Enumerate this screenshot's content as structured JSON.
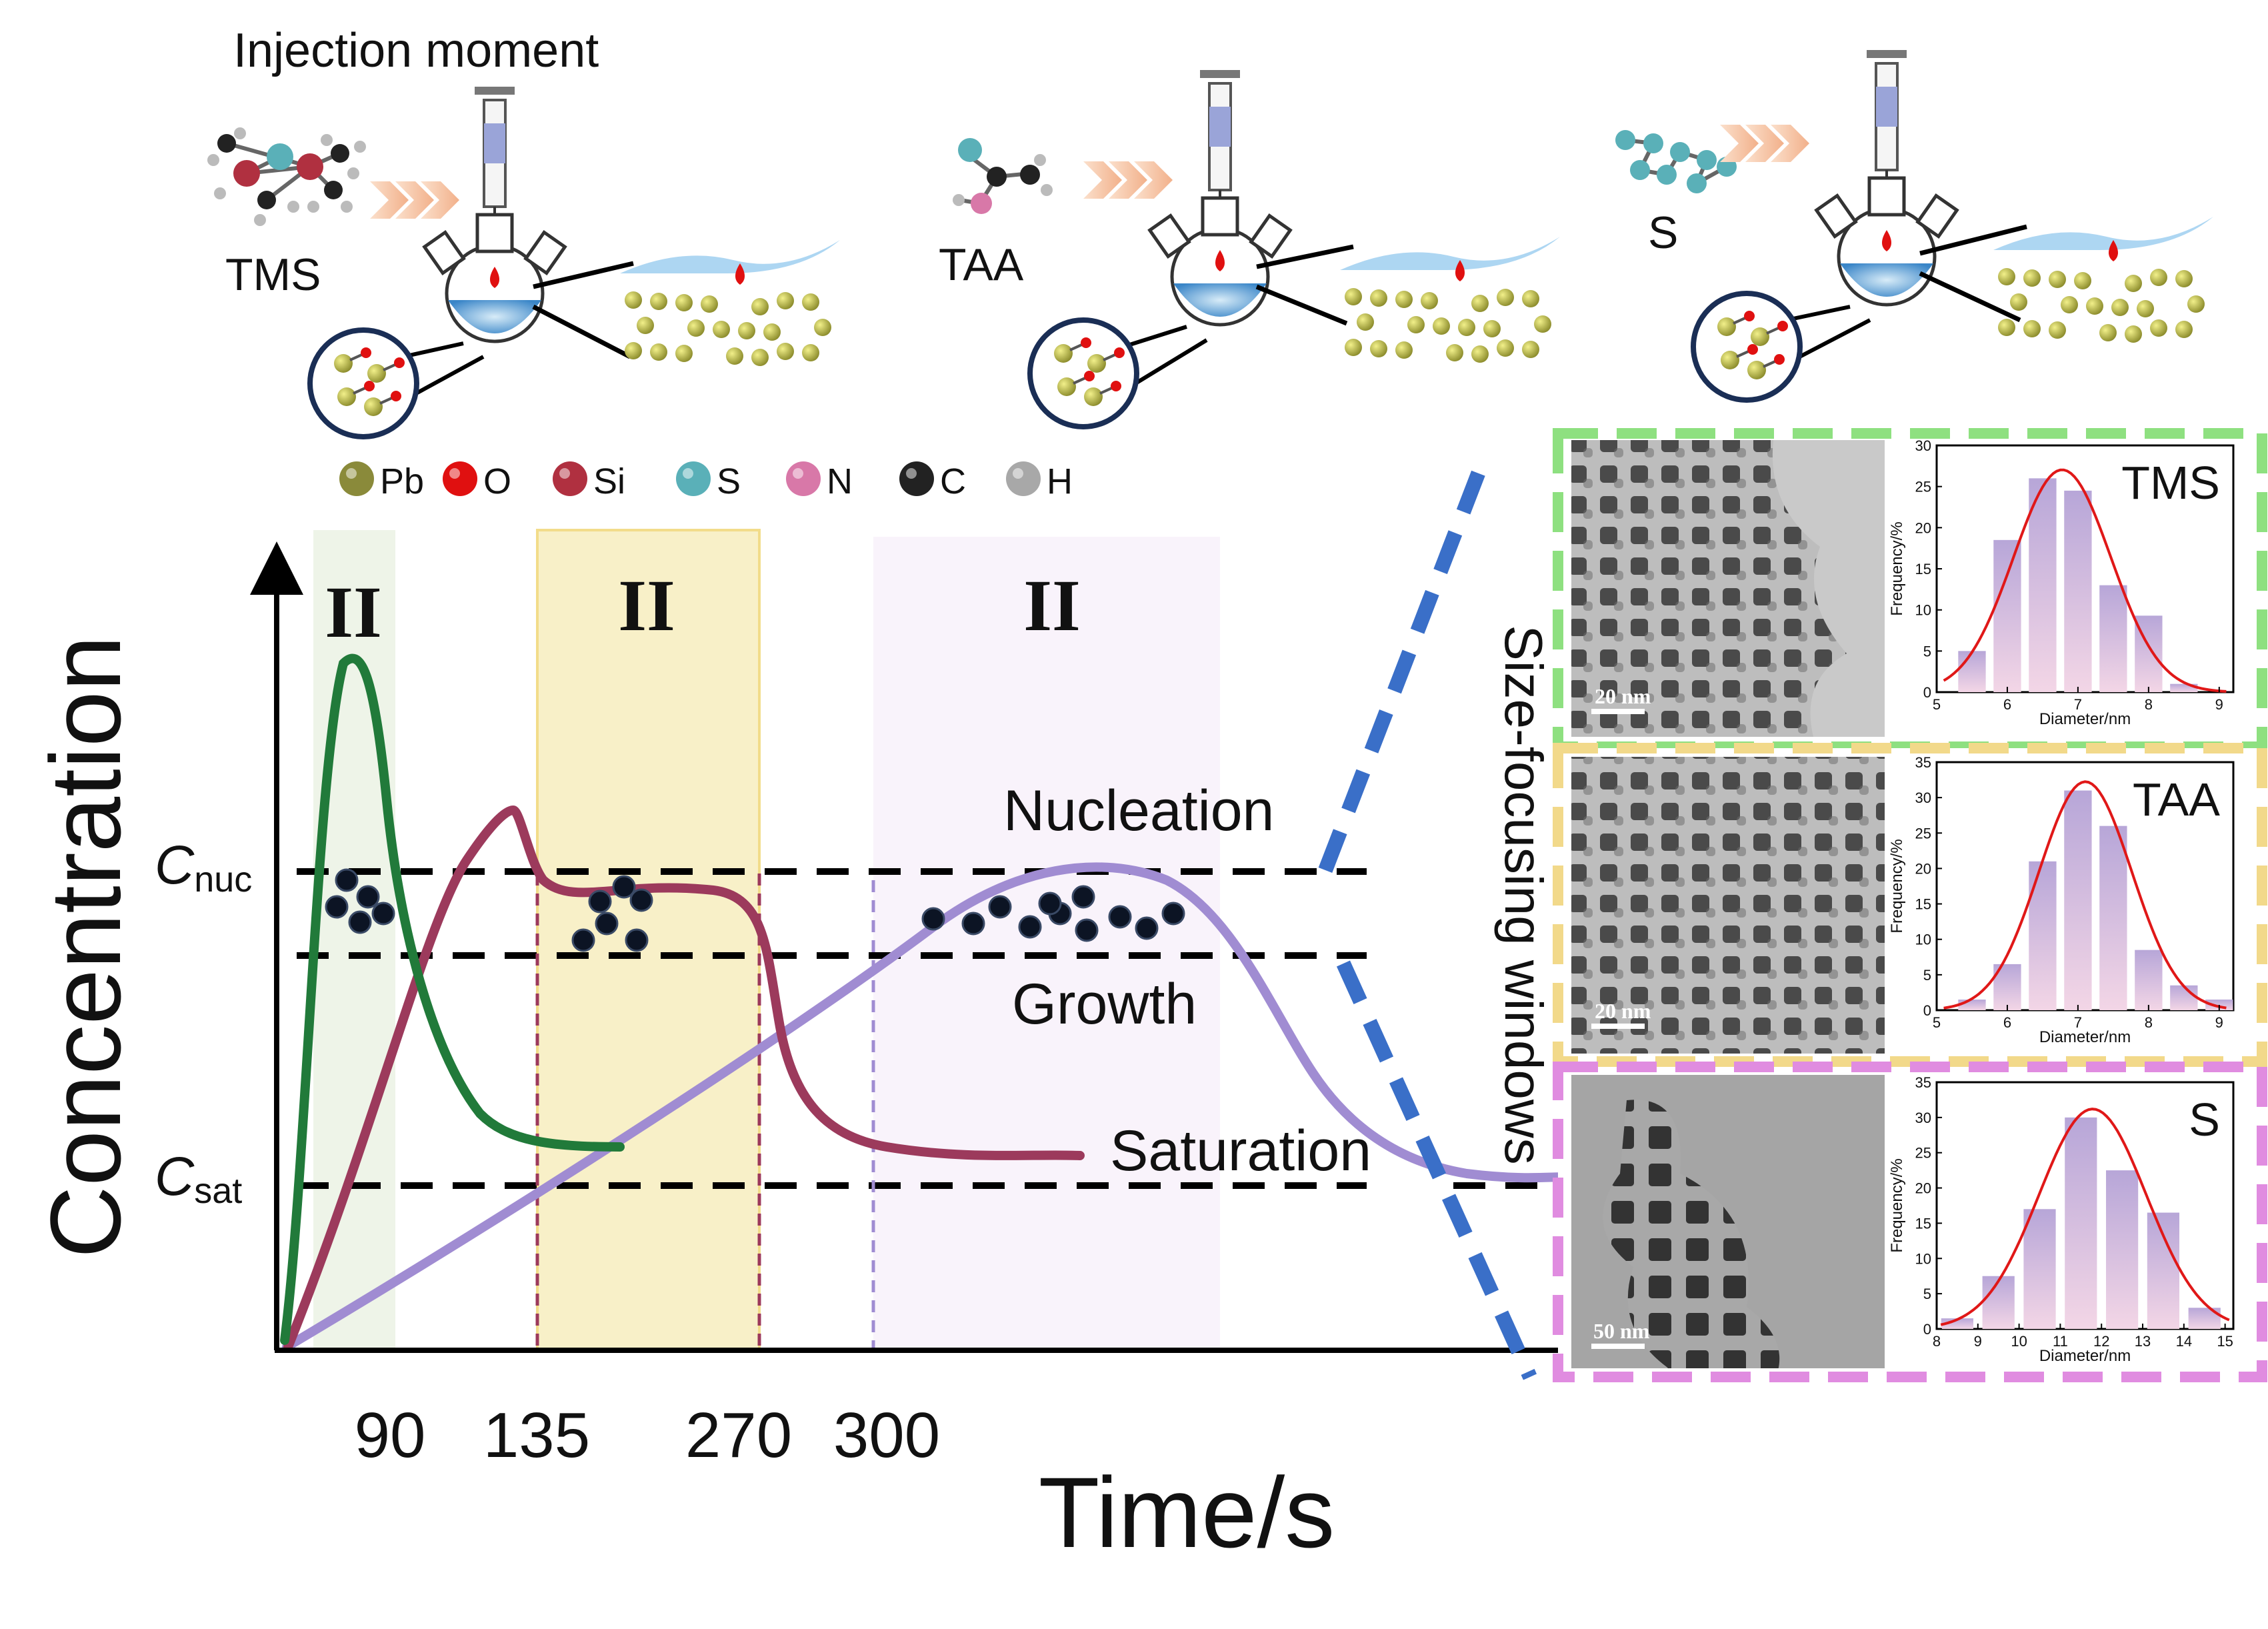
{
  "header": {
    "title": "Injection moment"
  },
  "precursors": [
    {
      "label": "TMS"
    },
    {
      "label": "TAA"
    },
    {
      "label": "S"
    }
  ],
  "legend": [
    {
      "symbol": "Pb",
      "color": "#8a8a3a"
    },
    {
      "symbol": "O",
      "color": "#e01010"
    },
    {
      "symbol": "Si",
      "color": "#b03040"
    },
    {
      "symbol": "S",
      "color": "#5ab0b8"
    },
    {
      "symbol": "N",
      "color": "#d878a8"
    },
    {
      "symbol": "C",
      "color": "#222222"
    },
    {
      "symbol": "H",
      "color": "#a8a8a8"
    }
  ],
  "plot": {
    "ylabel": "Concentration",
    "xlabel": "Time/s",
    "c_nuc": {
      "main": "C",
      "sub": "nuc"
    },
    "c_sat": {
      "main": "C",
      "sub": "sat"
    },
    "ticks": [
      "90",
      "135",
      "270",
      "300"
    ],
    "stage_labels": [
      "II",
      "II",
      "II"
    ],
    "line_labels": {
      "nucleation": "Nucleation",
      "growth": "Growth",
      "saturation": "Saturation"
    },
    "colors": {
      "tms": "#217a3a",
      "taa": "#9c3a5c",
      "s": "#a08cd2"
    }
  },
  "window_label": "Size-focusing windows",
  "panels": [
    {
      "name": "TMS",
      "scale": "20 nm",
      "frame": "#8ee080",
      "ylabel": "Frequency/%",
      "xlabel": "Diameter/nm",
      "yticks": [
        "0",
        "5",
        "10",
        "15",
        "20",
        "25",
        "30"
      ],
      "xticks": [
        "5",
        "6",
        "7",
        "8",
        "9"
      ]
    },
    {
      "name": "TAA",
      "scale": "20 nm",
      "frame": "#f2d98a",
      "ylabel": "Frequency/%",
      "xlabel": "Diameter/nm",
      "yticks": [
        "0",
        "5",
        "10",
        "15",
        "20",
        "25",
        "30",
        "35"
      ],
      "xticks": [
        "5",
        "6",
        "7",
        "8",
        "9"
      ]
    },
    {
      "name": "S",
      "scale": "50 nm",
      "frame": "#e08ce0",
      "ylabel": "Frequency/%",
      "xlabel": "Diameter/nm",
      "yticks": [
        "0",
        "5",
        "10",
        "15",
        "20",
        "25",
        "30",
        "35"
      ],
      "xticks": [
        "8",
        "9",
        "10",
        "11",
        "12",
        "13",
        "14",
        "15"
      ]
    }
  ],
  "chart_data": [
    {
      "type": "bar",
      "name": "TMS",
      "categories": [
        "5.5",
        "6",
        "6.5",
        "7",
        "7.5",
        "8",
        "8.5",
        "9"
      ],
      "values": [
        5,
        18.5,
        26,
        24.5,
        13,
        9.3,
        1,
        0
      ],
      "ylim": [
        0,
        30
      ],
      "xlim": [
        5,
        9.2
      ]
    },
    {
      "type": "bar",
      "name": "TAA",
      "categories": [
        "5.5",
        "6",
        "6.5",
        "7",
        "7.5",
        "8",
        "8.5",
        "9"
      ],
      "values": [
        1.5,
        6.5,
        21,
        31,
        26,
        8.5,
        3.5,
        1.5
      ],
      "ylim": [
        0,
        35
      ],
      "xlim": [
        5,
        9.2
      ]
    },
    {
      "type": "bar",
      "name": "S",
      "categories": [
        "8.5",
        "9.5",
        "10.5",
        "11.5",
        "12.5",
        "13.5",
        "14.5"
      ],
      "values": [
        1.5,
        7.5,
        17,
        30,
        22.5,
        16.5,
        3
      ],
      "ylim": [
        0,
        35
      ],
      "xlim": [
        8,
        15.2
      ]
    }
  ]
}
